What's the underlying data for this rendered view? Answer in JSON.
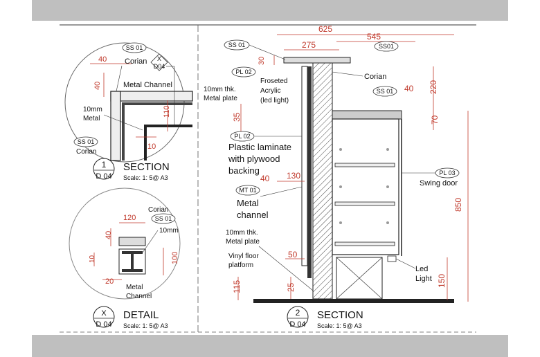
{
  "left_top_view": {
    "tags": [
      "SS 01",
      "SS 01"
    ],
    "ref_x": "X",
    "ref_sheet": "D04",
    "labels": {
      "corian_top": "Corian",
      "metal_channel": "Metal Channel",
      "metal_10mm_a": "10mm",
      "metal_10mm_b": "Metal",
      "corian_bottom": "Corian"
    },
    "dims": {
      "d40_top": "40",
      "d40_side": "40",
      "d110": "110",
      "d10": "10"
    },
    "title_num": "1",
    "title_sheet": "D 04",
    "title": "SECTION",
    "scale": "Scale: 1: 5@ A3"
  },
  "detail_view": {
    "tag": "SS 01",
    "labels": {
      "corian": "Corian",
      "tenmm": "10mm",
      "metal_a": "Metal",
      "metal_b": "Channel"
    },
    "dims": {
      "d120": "120",
      "d40": "40",
      "d10": "10",
      "d100": "100",
      "d20": "20"
    },
    "title_num": "X",
    "title_sheet": "D 04",
    "title": "DETAIL",
    "scale": "Scale: 1: 5@ A3"
  },
  "main_section": {
    "dims": {
      "d625": "625",
      "d545": "545",
      "d275": "275",
      "d30": "30",
      "d40": "40",
      "d220": "220",
      "d70": "70",
      "d35": "35",
      "d850": "850",
      "d130": "130",
      "d40b": "40",
      "d50": "50",
      "d115": "115",
      "d25": "25",
      "d150": "150"
    },
    "tags": {
      "ss01_a": "SS 01",
      "ss01_b": "SS01",
      "ss01_c": "SS 01",
      "pl02_a": "PL 02",
      "pl02_b": "PL 02",
      "mt01": "MT 01",
      "pl03": "PL 03"
    },
    "labels": {
      "corian": "Corian",
      "frosted_1": "Froseted",
      "frosted_2": "Acrylic",
      "frosted_3": "(led light)",
      "plate_1": "10mm thk.",
      "plate_2": "Metal plate",
      "laminate_1": "Plastic laminate",
      "laminate_2": "with plywood",
      "laminate_3": "backing",
      "channel_1": "Metal",
      "channel_2": "channel",
      "plate2_1": "10mm thk.",
      "plate2_2": "Metal plate",
      "vinyl_1": "Vinyl floor",
      "vinyl_2": "platform",
      "swing": "Swing door",
      "led_1": "Led",
      "led_2": "Light"
    },
    "title_num": "2",
    "title_sheet": "D 04",
    "title": "SECTION",
    "scale": "Scale: 1: 5@ A3"
  }
}
